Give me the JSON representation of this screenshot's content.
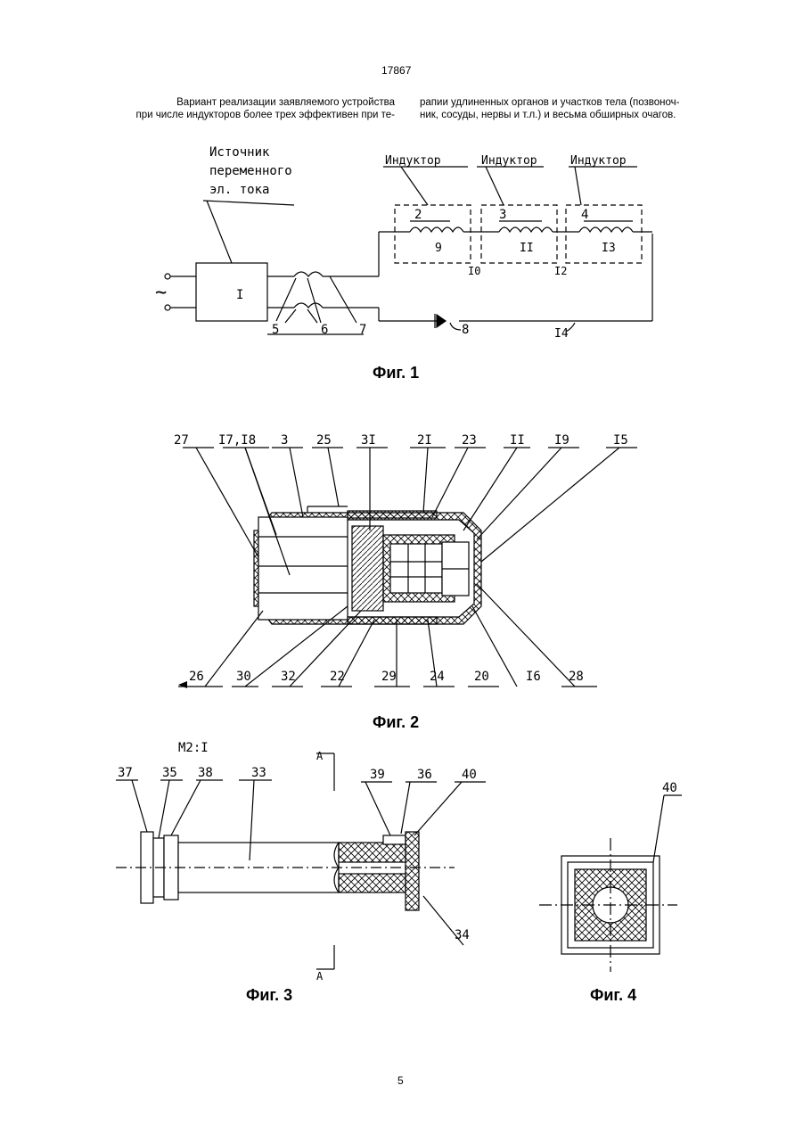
{
  "header": {
    "doc_number": "17867"
  },
  "text": {
    "col1_line1": "Вариант  реализации  заявляемого  устройства",
    "col1_line2": "при числе индукторов более трех эффективен при те-",
    "col2_line1": "рапии удлиненных органов и участков тела (позвоноч-",
    "col2_line2": "ник, сосуды, нервы и т.л.) и весьма обширных очагов."
  },
  "fig1": {
    "caption": "Фиг. 1",
    "source_label": [
      "Источник",
      "переменного",
      "эл. тока"
    ],
    "inductor_label": "Индуктор",
    "labels": {
      "n1": "I",
      "n2": "2",
      "n3": "3",
      "n4": "4",
      "n5": "5",
      "n6": "6",
      "n7": "7",
      "n8": "8",
      "n9": "9",
      "n10": "I0",
      "n11": "II",
      "n12": "I2",
      "n13": "I3",
      "n14": "I4",
      "ac": "~"
    }
  },
  "fig2": {
    "caption": "Фиг. 2",
    "top_labels": [
      "27",
      "I7,I8",
      "3",
      "25",
      "3I",
      "2I",
      "23",
      "II",
      "I9",
      "I5"
    ],
    "bottom_labels": [
      "26",
      "30",
      "32",
      "22",
      "29",
      "24",
      "20",
      "I6",
      "28"
    ]
  },
  "fig3": {
    "caption": "Фиг. 3",
    "scale": "М2:I",
    "section": "А",
    "labels": [
      "37",
      "35",
      "38",
      "33",
      "39",
      "36",
      "40",
      "34"
    ]
  },
  "fig4": {
    "caption": "Фиг. 4",
    "label": "40"
  },
  "footer": {
    "page": "5"
  }
}
